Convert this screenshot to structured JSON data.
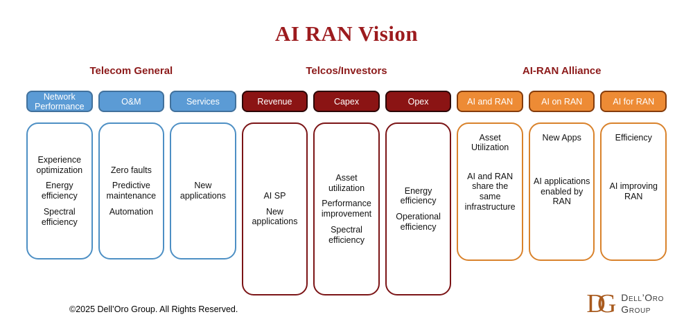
{
  "title": "AI RAN Vision",
  "groups": [
    {
      "label": "Telecom General",
      "columns": [
        {
          "tab": "Network Performance",
          "items": [
            "Experience optimization",
            "Energy efficiency",
            "Spectral efficiency"
          ]
        },
        {
          "tab": "O&M",
          "items": [
            "Zero faults",
            "Predictive maintenance",
            "Automation"
          ]
        },
        {
          "tab": "Services",
          "items": [
            "New applications"
          ]
        }
      ]
    },
    {
      "label": "Telcos/Investors",
      "columns": [
        {
          "tab": "Revenue",
          "items": [
            "AI SP",
            "New applications"
          ]
        },
        {
          "tab": "Capex",
          "items": [
            "Asset utilization",
            "Performance improvement",
            "Spectral efficiency"
          ]
        },
        {
          "tab": "Opex",
          "items": [
            "Energy efficiency",
            "Operational efficiency"
          ]
        }
      ]
    },
    {
      "label": "AI-RAN Alliance",
      "columns": [
        {
          "tab": "AI and RAN",
          "heading": "Asset Utilization",
          "items": [
            "AI and RAN share the same infrastructure"
          ]
        },
        {
          "tab": "AI on RAN",
          "heading": "New Apps",
          "items": [
            "AI applications enabled by RAN"
          ]
        },
        {
          "tab": "AI for RAN",
          "heading": "Efficiency",
          "items": [
            "AI improving RAN"
          ]
        }
      ]
    }
  ],
  "footer": {
    "copyright": "©2025 Dell’Oro Group. All Rights Reserved."
  },
  "logo": {
    "monogram_d": "D",
    "monogram_g": "G",
    "name_line1": "Dell’Oro",
    "name_line2": "Group"
  },
  "colors": {
    "title_red": "#9C1B1E",
    "header_red": "#8C1A1A",
    "blue_fill": "#5B9BD5",
    "blue_tab_border": "#41719C",
    "blue_box_border": "#4D8FC4",
    "darkred_fill": "#8B1414",
    "darkred_tab_border": "#2B0707",
    "darkred_box_border": "#7B1416",
    "orange_fill": "#ED8B35",
    "orange_tab_border": "#843C0C",
    "orange_box_border": "#D9822B",
    "logo_brown": "#A85A1E"
  }
}
